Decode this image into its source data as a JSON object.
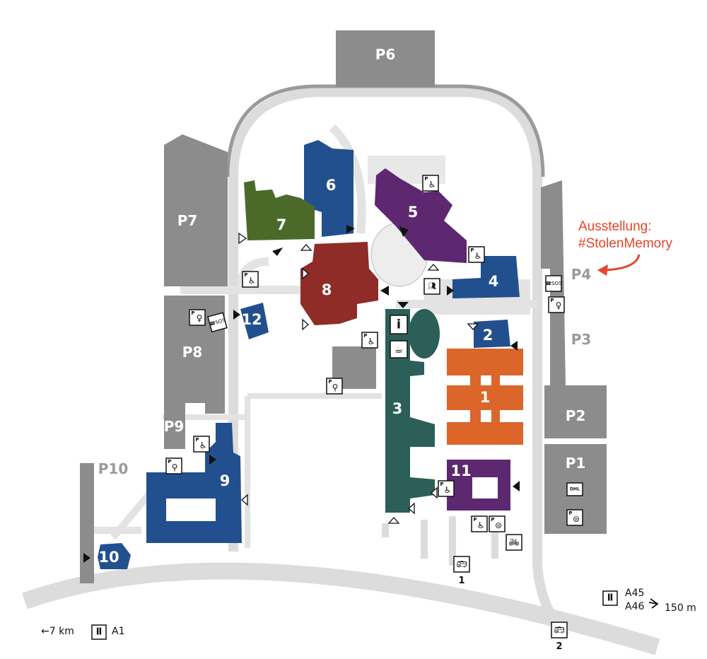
{
  "map": {
    "parking": {
      "p1": "P1",
      "p2": "P2",
      "p3": "P3",
      "p4": "P4",
      "p6": "P6",
      "p7": "P7",
      "p8": "P8",
      "p9": "P9",
      "p10": "P10"
    },
    "buildings": {
      "b1": "1",
      "b2": "2",
      "b3": "3",
      "b4": "4",
      "b5": "5",
      "b6": "6",
      "b7": "7",
      "b8": "8",
      "b9": "9",
      "b10": "10",
      "b11": "11",
      "b12": "12"
    },
    "bus_stops": [
      "1",
      "2"
    ],
    "directions": {
      "left_distance": "←7 km",
      "left_motorway": "A1",
      "right_motorway_1": "A45",
      "right_motorway_2": "A46",
      "right_distance": "150 m"
    },
    "annotation": {
      "line1": "Ausstellung:",
      "line2": "#StolenMemory",
      "color": "#e8432b"
    },
    "colors": {
      "parking": "#8c8c8c",
      "road": "#dcdcdc",
      "blue": "#22508f",
      "green": "#4b6a2a",
      "purple": "#5d2870",
      "red": "#8f2c27",
      "teal": "#2b5f58",
      "orange": "#dc6529"
    },
    "icons": [
      "parking-wheelchair-icon",
      "wc-female-icon",
      "sos-phone-icon",
      "bike-parking-icon",
      "info-icon",
      "cafe-icon",
      "meeting-point-icon",
      "ev-charging-icon",
      "dhl-icon",
      "bus-stop-icon",
      "motorway-icon"
    ]
  }
}
